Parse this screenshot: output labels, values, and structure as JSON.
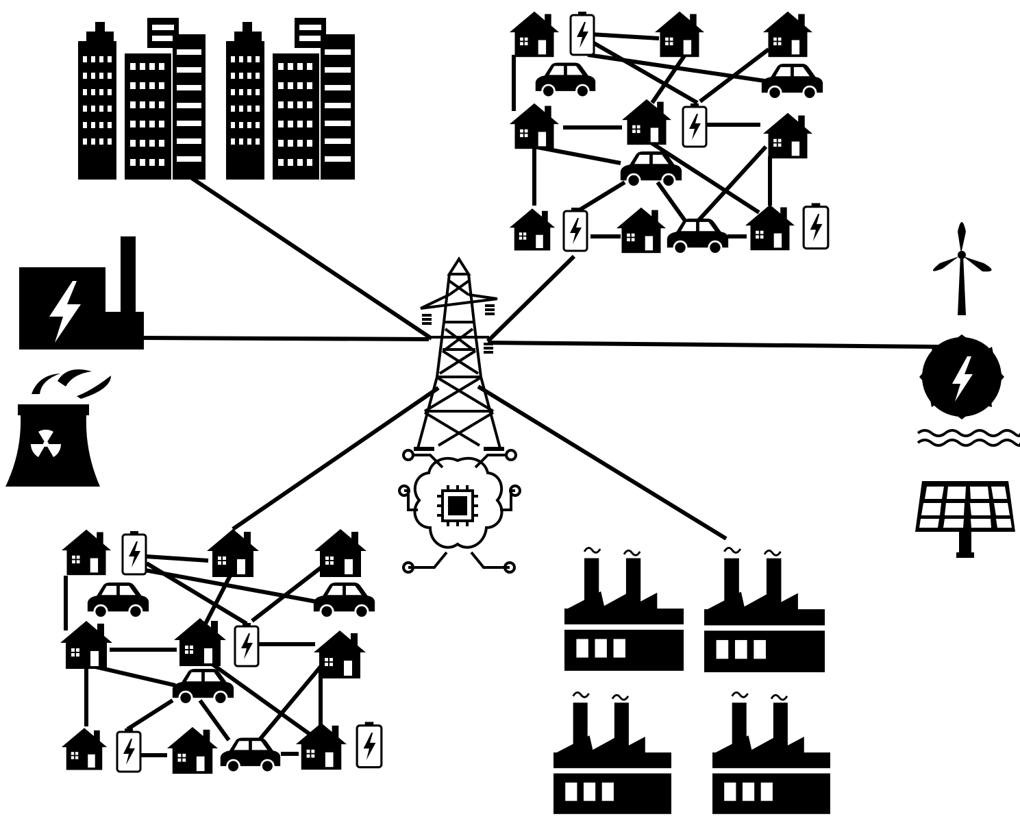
{
  "diagram": {
    "colors": {
      "ink": "#000000",
      "paper": "#ffffff"
    },
    "hub": {
      "icons": [
        "transmission-tower-icon",
        "ai-brain-chip-icon"
      ]
    },
    "nodes": [
      {
        "id": "office-buildings",
        "icon": "office-buildings-icon"
      },
      {
        "id": "residential-microgrid-top",
        "icons": [
          "house-icon",
          "battery-icon",
          "electric-car-icon"
        ]
      },
      {
        "id": "power-plant",
        "icon": "power-plant-icon"
      },
      {
        "id": "nuclear-plant",
        "icon": "nuclear-cooling-tower-icon"
      },
      {
        "id": "wind-turbine",
        "icon": "wind-turbine-icon"
      },
      {
        "id": "hydro-power",
        "icon": "hydro-wheel-icon"
      },
      {
        "id": "solar-panel",
        "icon": "solar-panel-icon"
      },
      {
        "id": "residential-microgrid-bottom",
        "icons": [
          "house-icon",
          "battery-icon",
          "electric-car-icon"
        ]
      },
      {
        "id": "industrial-factories",
        "icon": "factory-icon"
      }
    ],
    "links": [
      [
        "hub",
        "office-buildings"
      ],
      [
        "hub",
        "power-plant"
      ],
      [
        "hub",
        "residential-microgrid-top"
      ],
      [
        "hub",
        "hydro-power"
      ],
      [
        "hub",
        "residential-microgrid-bottom"
      ],
      [
        "hub",
        "industrial-factories"
      ]
    ]
  }
}
